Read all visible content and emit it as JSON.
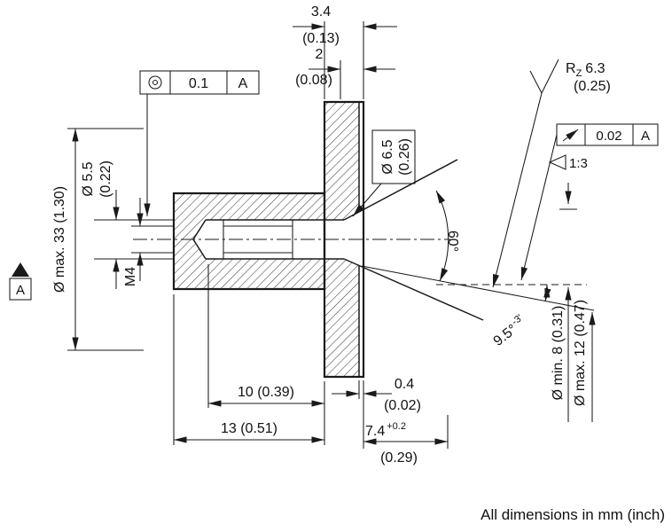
{
  "footer": "All dimensions in mm (inch)",
  "frames": {
    "concentricity": {
      "tol": "0.1",
      "datum": "A"
    },
    "runout": {
      "tol": "0.02",
      "datum": "A"
    }
  },
  "datum_label": "A",
  "surface_roughness": {
    "prefix": "R",
    "sub": "Z",
    "value": "6.3",
    "inch": "(0.25)"
  },
  "taper_ratio": "1:3",
  "dims": {
    "flange_total": {
      "mm": "3.4",
      "inch": "(0.13)"
    },
    "flange_rim": {
      "mm": "2",
      "inch": "(0.08)"
    },
    "bore": {
      "mm": "Ø 5.5",
      "inch": "(0.22)"
    },
    "outer_max": "Ø max. 33 (1.30)",
    "thread": "M4",
    "hole": {
      "mm": "Ø 6.5",
      "inch": "(0.26)"
    },
    "cone_angle": "60°",
    "taper_angle": {
      "value": "9.5°",
      "tol": "-3'"
    },
    "cone_min": "Ø min. 8 (0.31)",
    "cone_max": "Ø max. 12 (0.47)",
    "depth_thread": "10 (0.39)",
    "body_len": "13 (0.51)",
    "step": {
      "mm": "0.4",
      "inch": "(0.02)"
    },
    "cone_len": {
      "mm": "7.4",
      "tol": "+0.2",
      "inch": "(0.29)"
    }
  }
}
